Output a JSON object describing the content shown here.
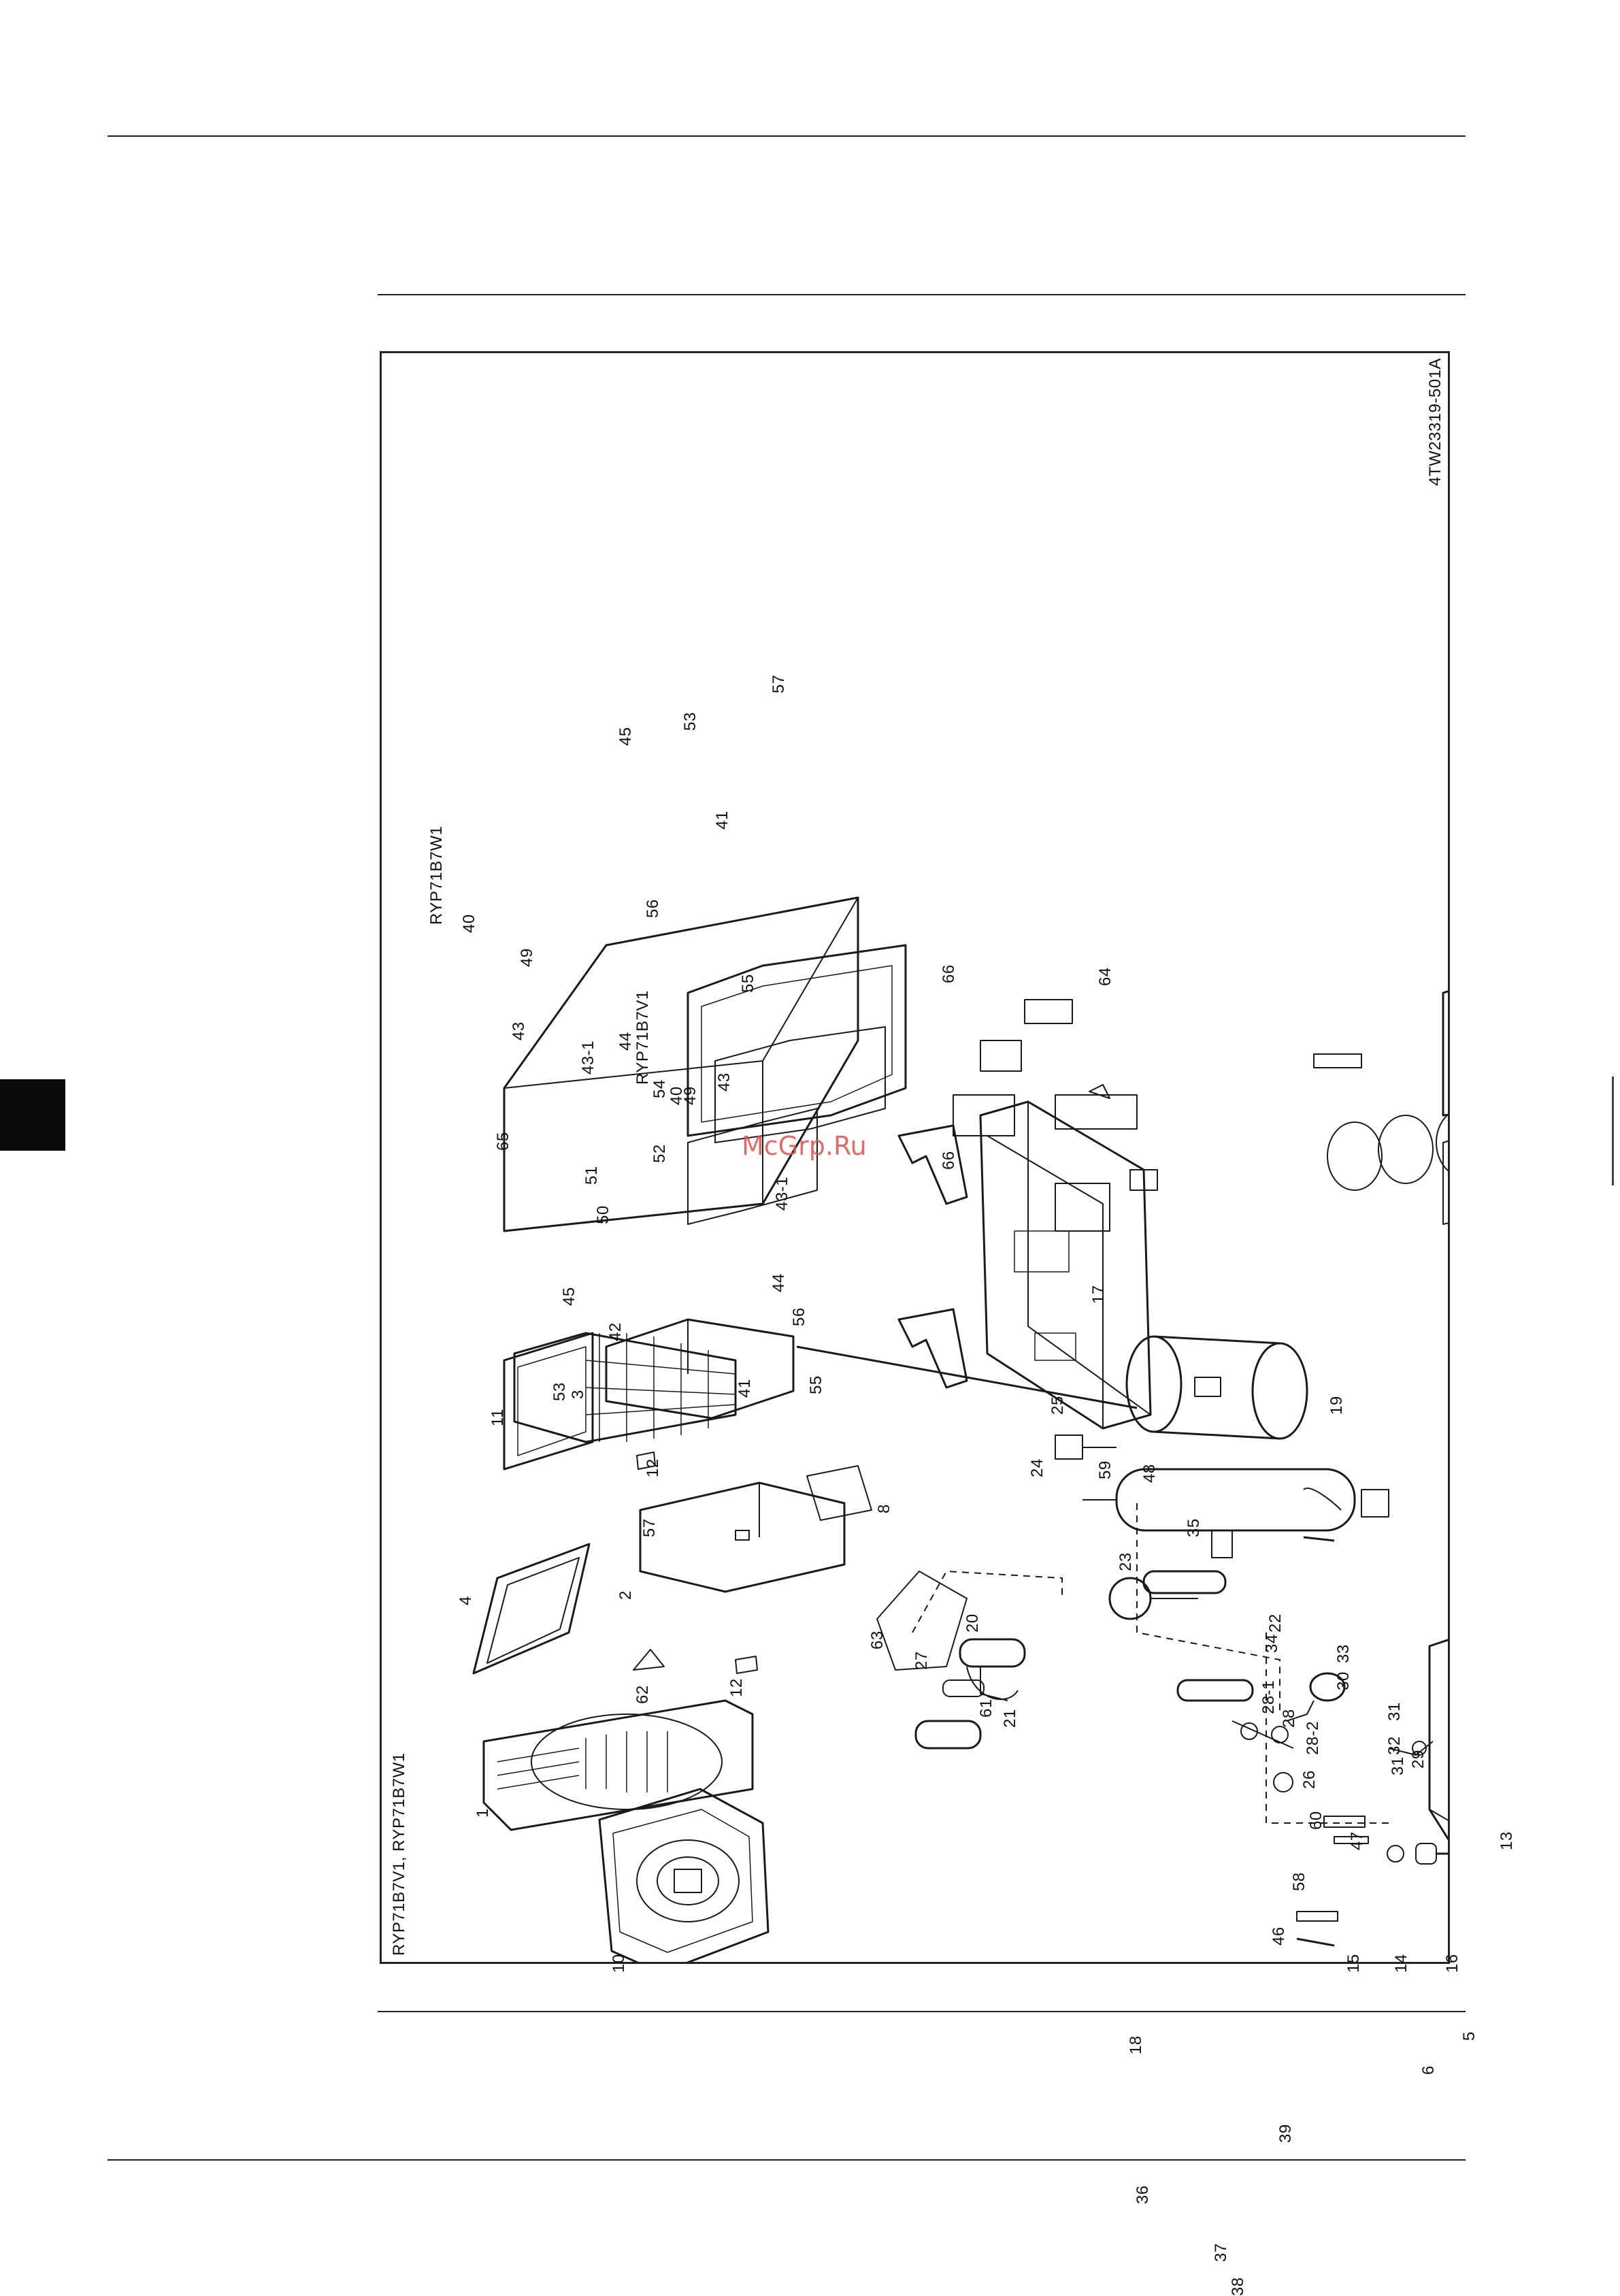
{
  "drawing": {
    "model_labels": {
      "main": "RYP71B7V1, RYP71B7W1",
      "switchbox_w1": "RYP71B7W1",
      "switchbox_v1": "RYP71B7V1"
    },
    "drawing_number": "4TW23319-501A",
    "watermark": "McGrp.Ru",
    "part_numbers": {
      "p1": "1",
      "p2": "2",
      "p3": "3",
      "p4": "4",
      "p5": "5",
      "p6": "6",
      "p8": "8",
      "p10": "10",
      "p11": "11",
      "p12a": "12",
      "p12b": "12",
      "p13": "13",
      "p14": "14",
      "p15": "15",
      "p16": "16",
      "p17": "17",
      "p18": "18",
      "p19": "19",
      "p20": "20",
      "p21": "21",
      "p22": "22",
      "p23": "23",
      "p24": "24",
      "p25": "25",
      "p26": "26",
      "p27": "27",
      "p28": "28",
      "p28_1": "28-1",
      "p28_2": "28-2",
      "p29": "29",
      "p30": "30",
      "p31a": "31",
      "p31b": "31",
      "p32": "32",
      "p33": "33",
      "p34": "34",
      "p35": "35",
      "p36": "36",
      "p37": "37",
      "p38": "38",
      "p39": "39",
      "p40a": "40",
      "p40b": "40",
      "p41a": "41",
      "p41b": "41",
      "p42": "42",
      "p43a": "43",
      "p43b": "43",
      "p43_1a": "43-1",
      "p43_1b": "43-1",
      "p44a": "44",
      "p44b": "44",
      "p45a": "45",
      "p45b": "45",
      "p46": "46",
      "p47": "47",
      "p48": "48",
      "p49a": "49",
      "p49b": "49",
      "p50": "50",
      "p51": "51",
      "p52": "52",
      "p53a": "53",
      "p53b": "53",
      "p54": "54",
      "p55a": "55",
      "p55b": "55",
      "p56a": "56",
      "p56b": "56",
      "p57a": "57",
      "p57b": "57",
      "p58": "58",
      "p59": "59",
      "p60": "60",
      "p61": "61",
      "p62": "62",
      "p63": "63",
      "p64": "64",
      "p65": "65",
      "p66a": "66",
      "p66b": "66"
    }
  }
}
